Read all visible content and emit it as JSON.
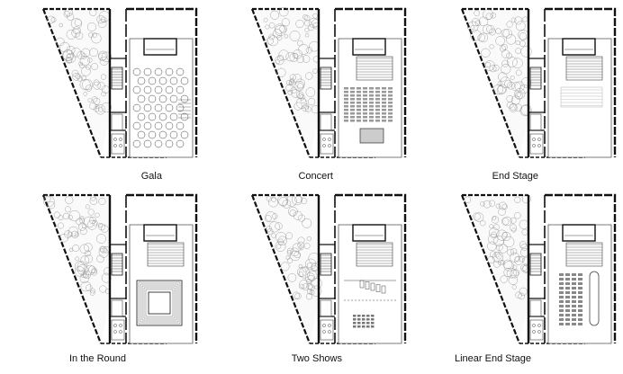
{
  "plans": [
    {
      "caption": "Gala",
      "street": "",
      "configuration": "gala"
    },
    {
      "caption": "Concert",
      "street": "",
      "configuration": "concert"
    },
    {
      "caption": "End Stage",
      "street": "",
      "configuration": "end-stage"
    },
    {
      "caption": "In the Round",
      "street": "",
      "configuration": "in-the-round"
    },
    {
      "caption": "Two Shows",
      "street": "",
      "configuration": "two-shows"
    },
    {
      "caption": "Linear End Stage",
      "street": "",
      "configuration": "linear-end-stage"
    }
  ],
  "colors": {
    "wall": "#111111",
    "line": "#444444",
    "tree": "#8a8a8a",
    "hatch": "#bdbdbd"
  }
}
